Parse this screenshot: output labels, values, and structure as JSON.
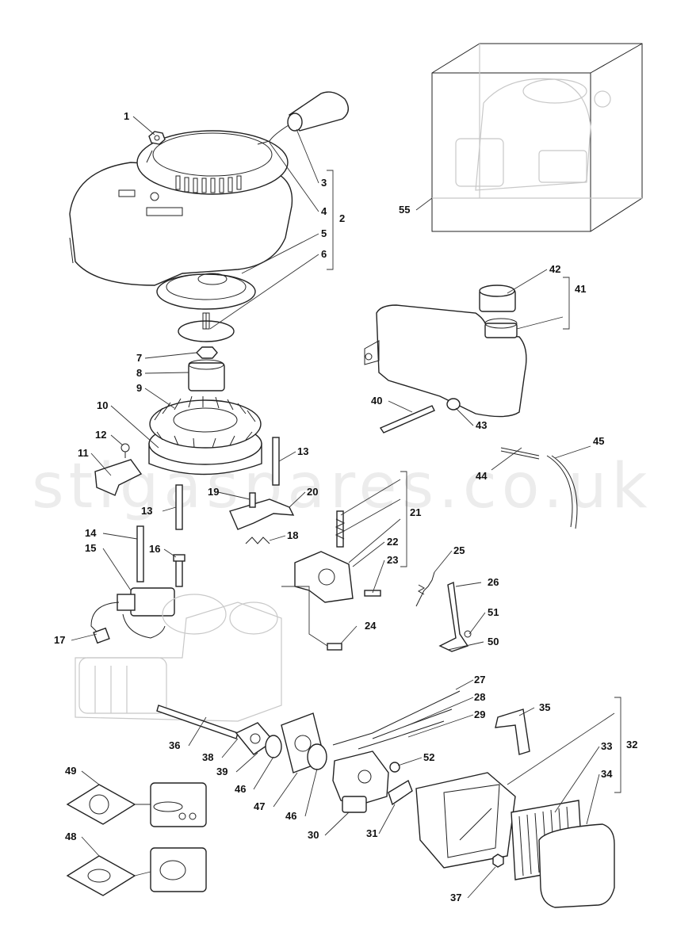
{
  "watermark": "stigaspares.co.uk",
  "labels": [
    "1",
    "2",
    "3",
    "4",
    "5",
    "6",
    "7",
    "8",
    "9",
    "10",
    "11",
    "12",
    "13",
    "13",
    "14",
    "15",
    "16",
    "17",
    "18",
    "19",
    "20",
    "21",
    "22",
    "23",
    "24",
    "25",
    "26",
    "27",
    "28",
    "29",
    "30",
    "31",
    "32",
    "33",
    "34",
    "35",
    "36",
    "37",
    "38",
    "39",
    "40",
    "41",
    "42",
    "43",
    "44",
    "45",
    "46",
    "46",
    "47",
    "48",
    "49",
    "50",
    "51",
    "52",
    "55"
  ]
}
